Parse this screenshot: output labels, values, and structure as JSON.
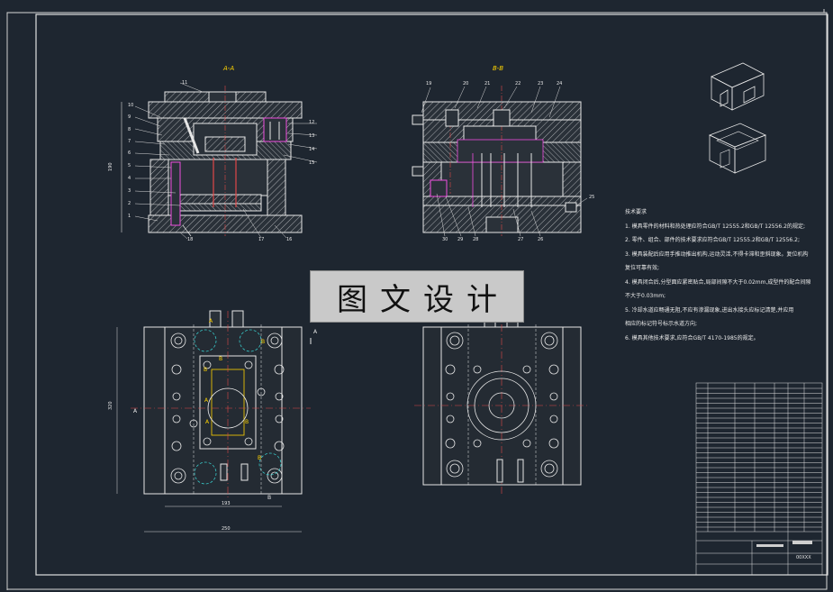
{
  "views": {
    "aa_title": "A-A",
    "bb_title": "B-B"
  },
  "section_marks": {
    "a": "A",
    "b": "B"
  },
  "dimensions": {
    "aa_height": "190",
    "plan_height": "320",
    "plan_inner_width": "193",
    "plan_outer_width": "250"
  },
  "aa_part_numbers": [
    "11",
    "10",
    "9",
    "8",
    "7",
    "6",
    "5",
    "4",
    "3",
    "2",
    "1",
    "12",
    "13",
    "14",
    "15",
    "18",
    "17",
    "16"
  ],
  "bb_part_numbers": [
    "19",
    "20",
    "21",
    "22",
    "23",
    "24",
    "25",
    "30",
    "29",
    "28",
    "27",
    "26"
  ],
  "banner_text": "图文设计",
  "notes": {
    "heading": "技术要求",
    "lines": [
      "1. 模具零件的材料和热处理应符合GB/T 12555.2和GB/T 12556.2的规定;",
      "2. 零件、组合、部件的技术要求应符合GB/T 12555.2和GB/T 12556.2;",
      "3. 模具装配后应用手推动推出机构,运动灵活,不得卡滞和歪斜现象。复位机构",
      "   复位可靠有效;",
      "4. 模具闭合后,分型面应紧密贴合,局部间隙不大于0.02mm,成型件的配合间隙",
      "   不大于0.03mm;",
      "5. 冷却水道应畅通无阻,不应有渗漏现象,进出水接头应标记清楚,并应用",
      "   相应的标记符号标示水道方向;",
      "6. 模具其他技术要求,应符合GB/T 4170-1985的规定。"
    ]
  },
  "title_block": {
    "drawing_no": "00XXX"
  }
}
